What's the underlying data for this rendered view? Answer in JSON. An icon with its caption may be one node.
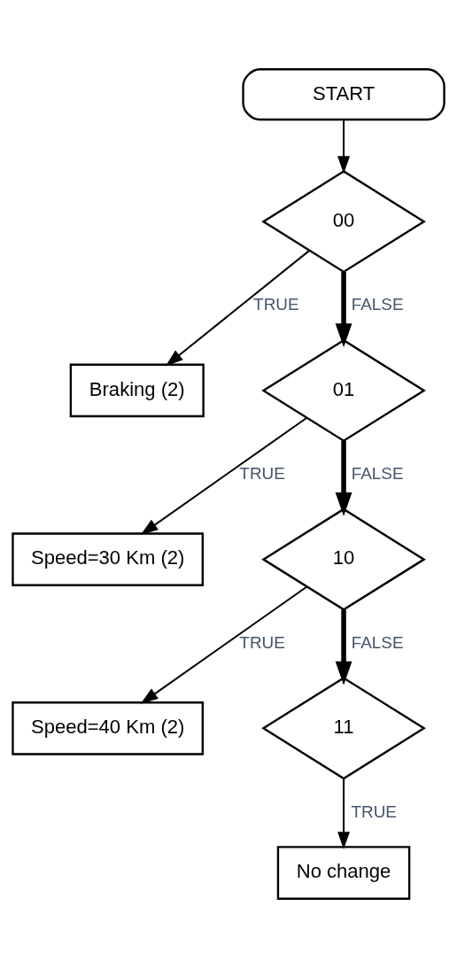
{
  "diagram": {
    "nodes": [
      {
        "text": [
          "START"
        ]
      },
      {
        "text": [
          "00"
        ]
      },
      {
        "text": [
          "Braking (2)"
        ]
      },
      {
        "text": [
          "01"
        ]
      },
      {
        "text": [
          "Speed=30 Km (2)"
        ]
      },
      {
        "text": [
          "10"
        ]
      },
      {
        "text": [
          "Speed=40 Km (2)"
        ]
      },
      {
        "text": [
          "11"
        ]
      },
      {
        "text": [
          "No change"
        ]
      }
    ],
    "edges": [
      {
        "from": 0,
        "to": 1,
        "arrow": "to"
      },
      {
        "from": 1,
        "to": 2,
        "arrow": "to",
        "label": "TRUE"
      },
      {
        "from": 1,
        "to": 3,
        "arrow": "to",
        "label": "FALSE",
        "style": "thick"
      },
      {
        "from": 3,
        "to": 4,
        "arrow": "to",
        "label": "TRUE"
      },
      {
        "from": 3,
        "to": 5,
        "arrow": "to",
        "label": "FALSE",
        "style": "thick"
      },
      {
        "from": 5,
        "to": 6,
        "arrow": "to",
        "label": "TRUE"
      },
      {
        "from": 5,
        "to": 7,
        "arrow": "to",
        "label": "FALSE",
        "style": "thick"
      },
      {
        "from": 7,
        "to": 8,
        "arrow": "to",
        "label": "TRUE"
      }
    ]
  }
}
